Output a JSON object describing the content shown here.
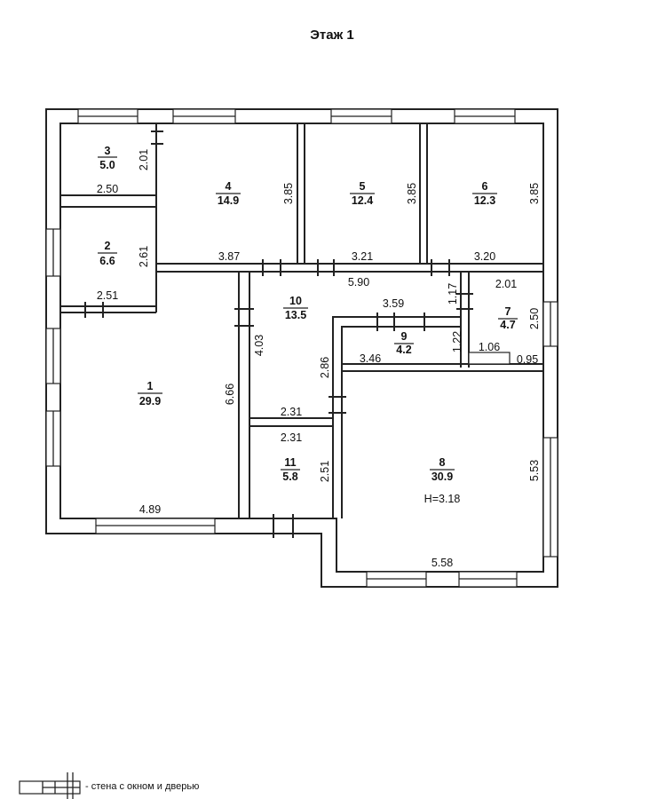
{
  "title": "Этаж 1",
  "rooms": [
    {
      "id": "1",
      "area": "29.9"
    },
    {
      "id": "2",
      "area": "6.6"
    },
    {
      "id": "3",
      "area": "5.0"
    },
    {
      "id": "4",
      "area": "14.9"
    },
    {
      "id": "5",
      "area": "12.4"
    },
    {
      "id": "6",
      "area": "12.3"
    },
    {
      "id": "7",
      "area": "4.7"
    },
    {
      "id": "8",
      "area": "30.9"
    },
    {
      "id": "9",
      "area": "4.2"
    },
    {
      "id": "10",
      "area": "13.5"
    },
    {
      "id": "11",
      "area": "5.8"
    }
  ],
  "height_label": "H=3.18",
  "dimensions": [
    "2.01",
    "2.50",
    "3.85",
    "3.85",
    "3.85",
    "2.61",
    "3.87",
    "3.21",
    "3.20",
    "2.51",
    "5.90",
    "1.17",
    "2.01",
    "3.59",
    "2.50",
    "4.03",
    "1.22",
    "1.06",
    "3.46",
    "0.95",
    "2.86",
    "6.66",
    "2.31",
    "2.31",
    "2.51",
    "5.53",
    "4.89",
    "5.58"
  ],
  "legend": {
    "text": "- стена с окном и дверью"
  }
}
